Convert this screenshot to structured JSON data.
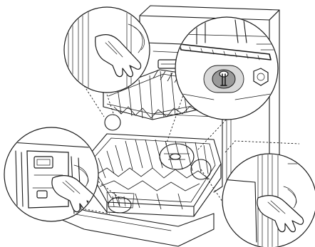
{
  "figure": {
    "subject": "dishwasher-with-open-door-and-racks",
    "callouts": [
      "top-left-hand-on-tub-side",
      "top-right-upper-spray-arm-nozzle",
      "left-detergent-dispenser",
      "bottom-right-hand-on-tub-side"
    ],
    "colors": {
      "line": "#1a1a1a",
      "fill": "#ffffff",
      "nozzle": "#9a9a9a"
    }
  }
}
